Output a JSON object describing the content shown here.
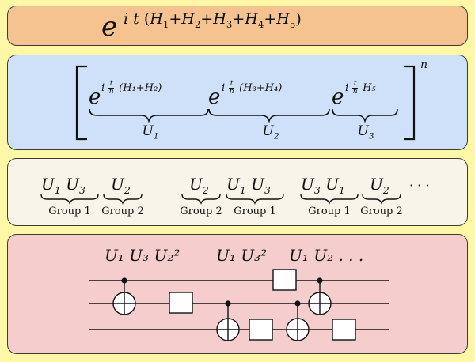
{
  "panel1": {
    "base": "e",
    "exponent": [
      "i",
      "t",
      "(",
      "H",
      "1",
      "+",
      "H",
      "2",
      "+",
      "H",
      "3",
      "+",
      "H",
      "4",
      "+",
      "H",
      "5",
      ")"
    ]
  },
  "panel2": {
    "outer_exponent": "n",
    "terms": [
      {
        "exp_i": "i",
        "frac_num": "t",
        "frac_den": "n",
        "content": "(H₁+H₂)",
        "label": "U",
        "label_sub": "1"
      },
      {
        "exp_i": "i",
        "frac_num": "t",
        "frac_den": "n",
        "content": "(H₃+H₄)",
        "label": "U",
        "label_sub": "2"
      },
      {
        "exp_i": "i",
        "frac_num": "t",
        "frac_den": "n",
        "content": "H₅",
        "label": "U",
        "label_sub": "3"
      }
    ]
  },
  "panel3": {
    "items": [
      {
        "letter": "U",
        "sub": "1",
        "letter2": "U",
        "sub2": "3",
        "group": "Group 1"
      },
      {
        "letter": "U",
        "sub": "2",
        "group": "Group 2"
      },
      {
        "letter": "U",
        "sub": "2",
        "group": "Group 2"
      },
      {
        "letter": "U",
        "sub": "1",
        "letter2": "U",
        "sub2": "3",
        "group": "Group 1"
      },
      {
        "letter": "U",
        "sub": "3",
        "letter2": "U",
        "sub2": "1",
        "group": "Group 1"
      },
      {
        "letter": "U",
        "sub": "2",
        "group": "Group 2"
      }
    ],
    "ellipsis": "· · ·"
  },
  "panel4": {
    "sequence": [
      "U₁ U₃ U₂²",
      "U₁ U₃²",
      "U₁ U₂ . . ."
    ]
  }
}
